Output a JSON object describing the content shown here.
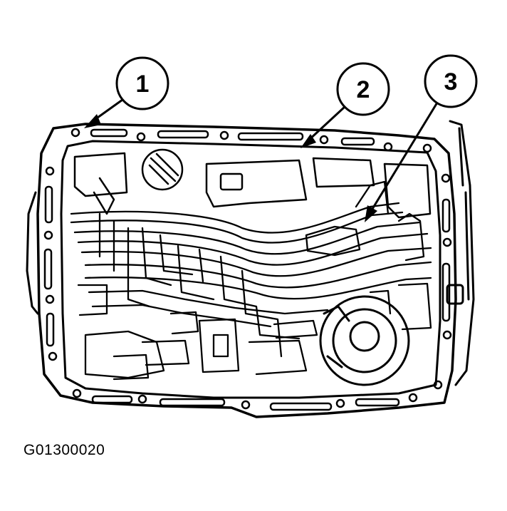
{
  "callouts": [
    {
      "number": "1"
    },
    {
      "number": "2"
    },
    {
      "number": "3"
    }
  ],
  "figure_id": "G01300020",
  "colors": {
    "ink": "#000000",
    "paper": "#ffffff"
  }
}
